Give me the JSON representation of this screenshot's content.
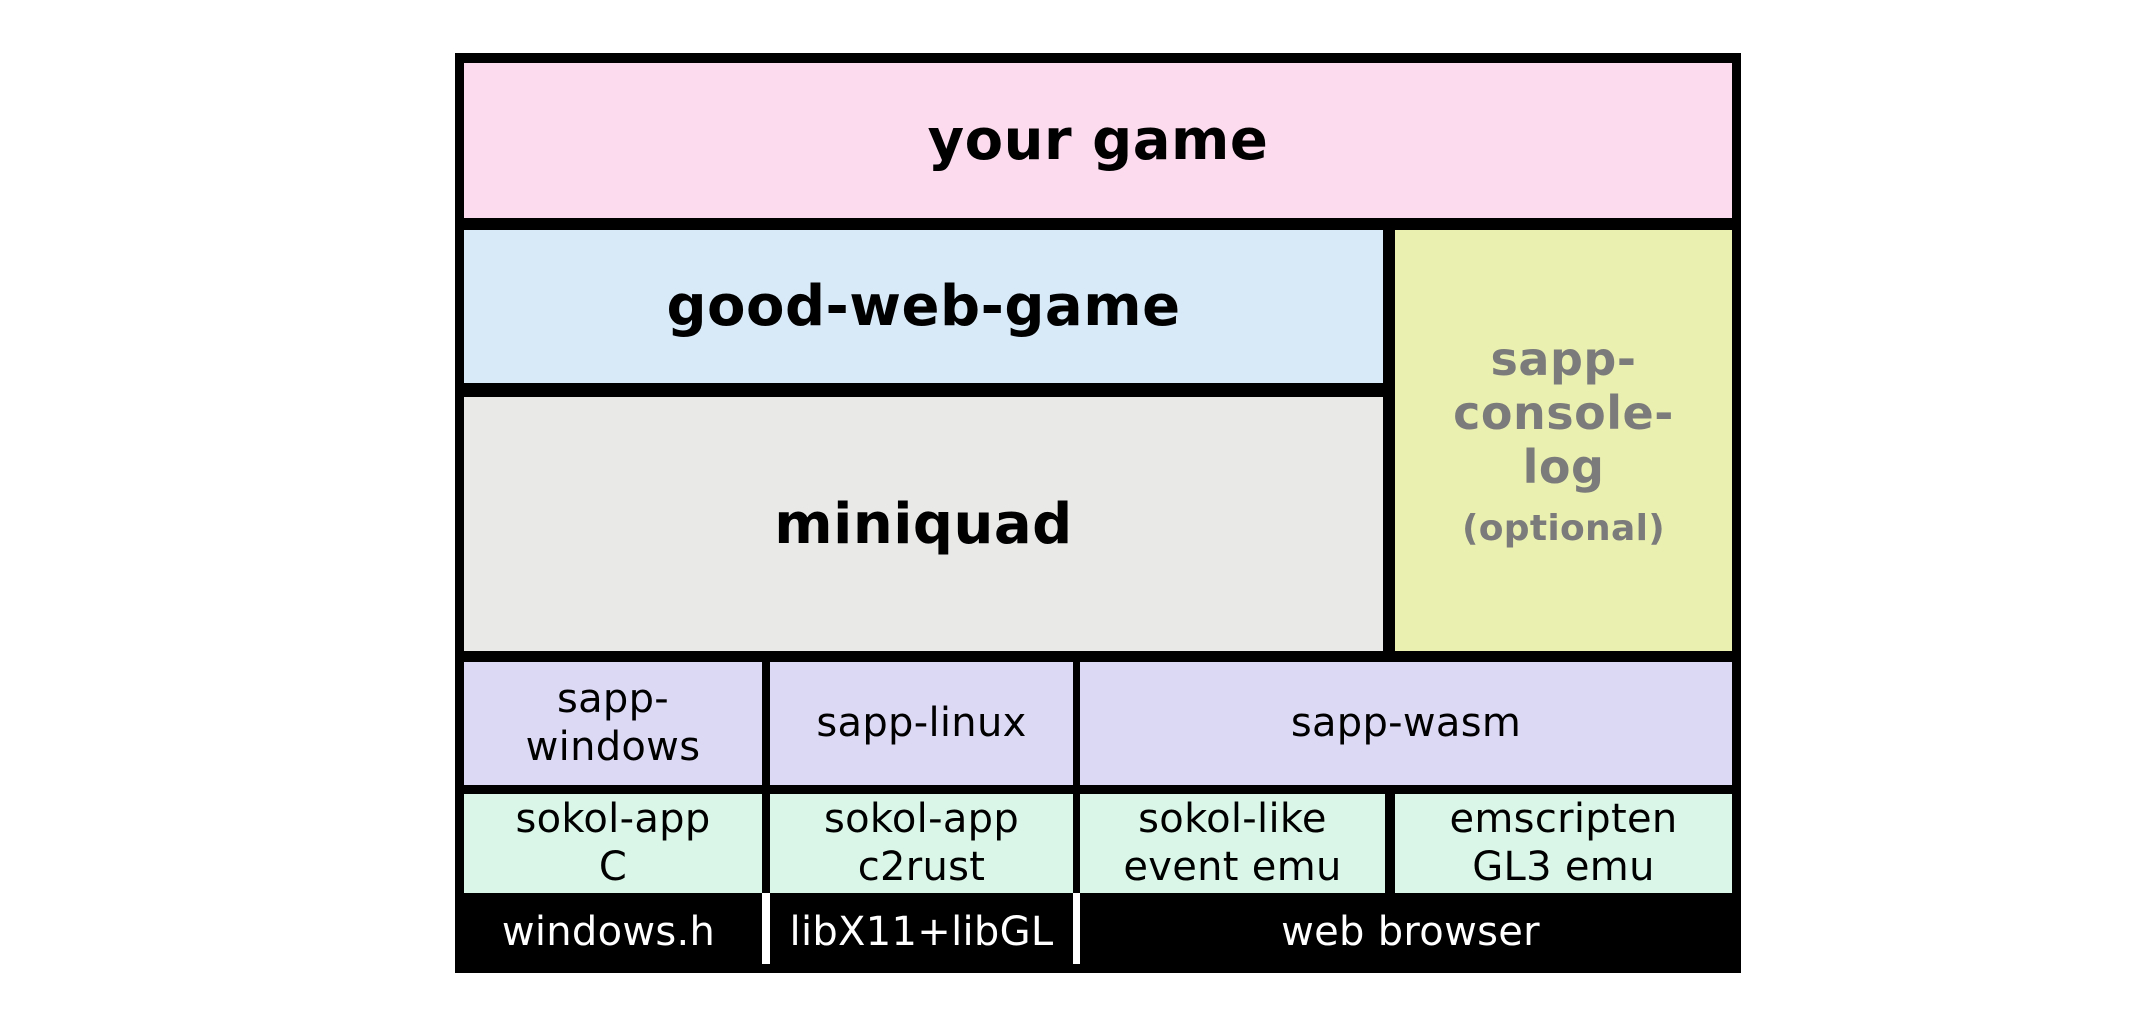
{
  "boxes": {
    "your_game": {
      "label": "your game"
    },
    "good_web_game": {
      "label": "good-web-game"
    },
    "sapp_console_log": {
      "line1": "sapp-",
      "line2": "console-",
      "line3": "log",
      "note": "(optional)"
    },
    "miniquad": {
      "label": "miniquad"
    },
    "sapp_windows": {
      "line1": "sapp-",
      "line2": "windows"
    },
    "sapp_linux": {
      "label": "sapp-linux"
    },
    "sapp_wasm": {
      "label": "sapp-wasm"
    },
    "sokol_app_c": {
      "line1": "sokol-app",
      "line2": "C"
    },
    "sokol_app_c2rust": {
      "line1": "sokol-app",
      "line2": "c2rust"
    },
    "sokol_like_event_emu": {
      "line1": "sokol-like",
      "line2": "event emu"
    },
    "emscripten_gl3_emu": {
      "line1": "emscripten",
      "line2": "GL3 emu"
    },
    "windows_h": {
      "label": "windows.h"
    },
    "libx11_libgl": {
      "label": "libX11+libGL"
    },
    "web_browser": {
      "label": "web browser"
    }
  },
  "box_colors": {
    "box-your-game": "#fbdbed",
    "box-good-web-game": "#d8eaf8",
    "box-sapp-console-log": "#eaf0b0",
    "box-miniquad": "#e9e9e8",
    "box-sapp-windows": "#dcd9f4",
    "box-sapp-linux": "#dcd9f4",
    "box-sapp-wasm": "#dcd9f4",
    "box-sokol-app-c": "#daf6e8",
    "box-sokol-app-c2rust": "#daf6e8",
    "box-sokol-like-event-emu": "#daf6e8",
    "box-emscripten-gl3-emu": "#daf6e8",
    "box-windows-h": "#000000",
    "box-libx11-libgl": "#000000",
    "box-web-browser": "#000000"
  },
  "accent_colors": {
    "border": "#000000",
    "muted_text": "#7b7b7b",
    "bottom_row_text": "#ffffff",
    "page_background": "#ffffff"
  }
}
